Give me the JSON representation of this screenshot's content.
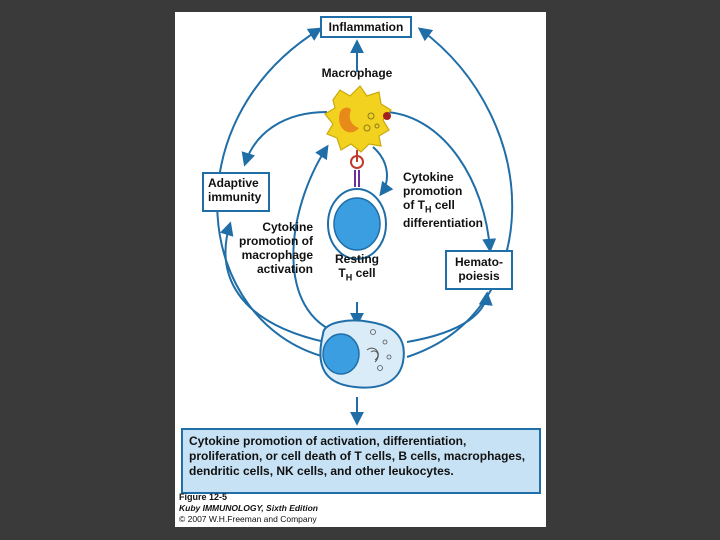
{
  "inflammation": "Inflammation",
  "macrophage": "Macrophage",
  "adaptive_immunity": "Adaptive\nimmunity",
  "cytokine_th_promotion": {
    "line1": "Cytokine",
    "line2": "promotion",
    "line3_pre": "of T",
    "line3_sub": "H",
    "line3_post": " cell",
    "line4": "differentiation"
  },
  "cytokine_macrophage_activation": "Cytokine\npromotion of\nmacrophage\nactivation",
  "resting_th": {
    "line1": "Resting",
    "line2_pre": "T",
    "line2_sub": "H",
    "line2_post": " cell"
  },
  "hematopoiesis": "Hemato-\npoiesis",
  "bottom_text": "Cytokine promotion of activation, differentiation, proliferation, or cell death of T cells, B cells, macrophages, dendritic cells, NK cells, and other leukocytes.",
  "caption": {
    "figure": "Figure 12-5",
    "book": "Kuby IMMUNOLOGY, Sixth Edition",
    "copyright": "© 2007 W.H.Freeman and Company"
  },
  "colors": {
    "arrow": "#1f6ea8",
    "macrophage": "#f2d21f",
    "cell_fill": "#d9ecf8",
    "nucleus": "#3a9ee0"
  }
}
